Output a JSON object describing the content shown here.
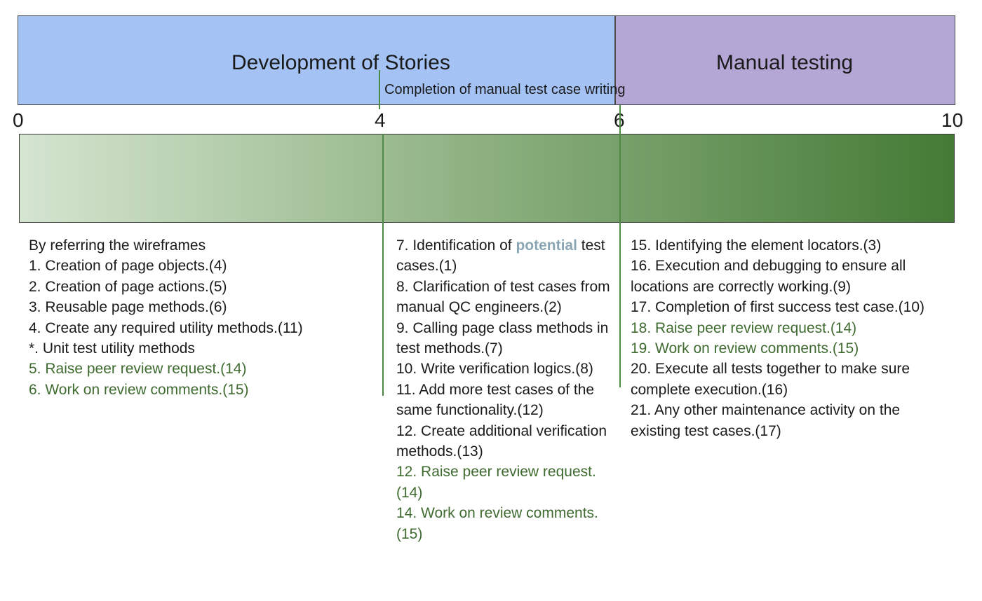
{
  "colors": {
    "phase_development": "#a4c2f4",
    "phase_manual_testing": "#b4a7d6",
    "gradient_start": "#d5e5d0",
    "gradient_mid": "#93b587",
    "gradient_end": "#447a35",
    "review_text": "#3f6b30",
    "highlight_text": "#8aa6b4"
  },
  "phases": [
    {
      "label": "Development of Stories"
    },
    {
      "label": "Manual testing"
    }
  ],
  "milestone": {
    "label": "Completion of manual test case writing",
    "at": 4
  },
  "axis": {
    "min": 0,
    "max": 10,
    "ticks": [
      "0",
      "4",
      "6",
      "10"
    ]
  },
  "columns": [
    {
      "items": [
        {
          "text": "By referring the wireframes",
          "style": "normal"
        },
        {
          "text": "1. Creation of page objects.(4)",
          "style": "normal"
        },
        {
          "text": "2. Creation of page actions.(5)",
          "style": "normal"
        },
        {
          "text": "3. Reusable page methods.(6)",
          "style": "normal"
        },
        {
          "text": "4. Create any required utility methods.(11)",
          "style": "normal"
        },
        {
          "text": "*. Unit test utility methods",
          "style": "normal"
        },
        {
          "text": "5. Raise peer review request.(14)",
          "style": "review"
        },
        {
          "text": "6. Work on review comments.(15)",
          "style": "review"
        }
      ]
    },
    {
      "items": [
        {
          "prefix": "7. Identification of ",
          "highlight": "potential",
          "suffix": " test cases.(1)",
          "style": "normal"
        },
        {
          "text": "8. Clarification of test cases from manual QC engineers.(2)",
          "style": "normal"
        },
        {
          "text": "9. Calling page class methods in test methods.(7)",
          "style": "normal"
        },
        {
          "text": "10. Write verification logics.(8)",
          "style": "normal"
        },
        {
          "text": "11. Add more test cases of the same functionality.(12)",
          "style": "normal"
        },
        {
          "text": "12. Create additional verification methods.(13)",
          "style": "normal"
        },
        {
          "text": "12. Raise peer review request.(14)",
          "style": "review"
        },
        {
          "text": "14. Work on review comments.(15)",
          "style": "review"
        }
      ]
    },
    {
      "items": [
        {
          "text": "15. Identifying the element locators.(3)",
          "style": "normal"
        },
        {
          "text": "16. Execution and debugging to ensure all locations are correctly working.(9)",
          "style": "normal"
        },
        {
          "text": "17. Completion of first success test case.(10)",
          "style": "normal"
        },
        {
          "text": "18. Raise peer review request.(14)",
          "style": "review"
        },
        {
          "text": "19. Work on review comments.(15)",
          "style": "review"
        },
        {
          "text": "20. Execute all tests together to make sure complete execution.(16)",
          "style": "normal"
        },
        {
          "text": "21. Any other maintenance activity on the existing test cases.(17)",
          "style": "normal"
        }
      ]
    }
  ]
}
